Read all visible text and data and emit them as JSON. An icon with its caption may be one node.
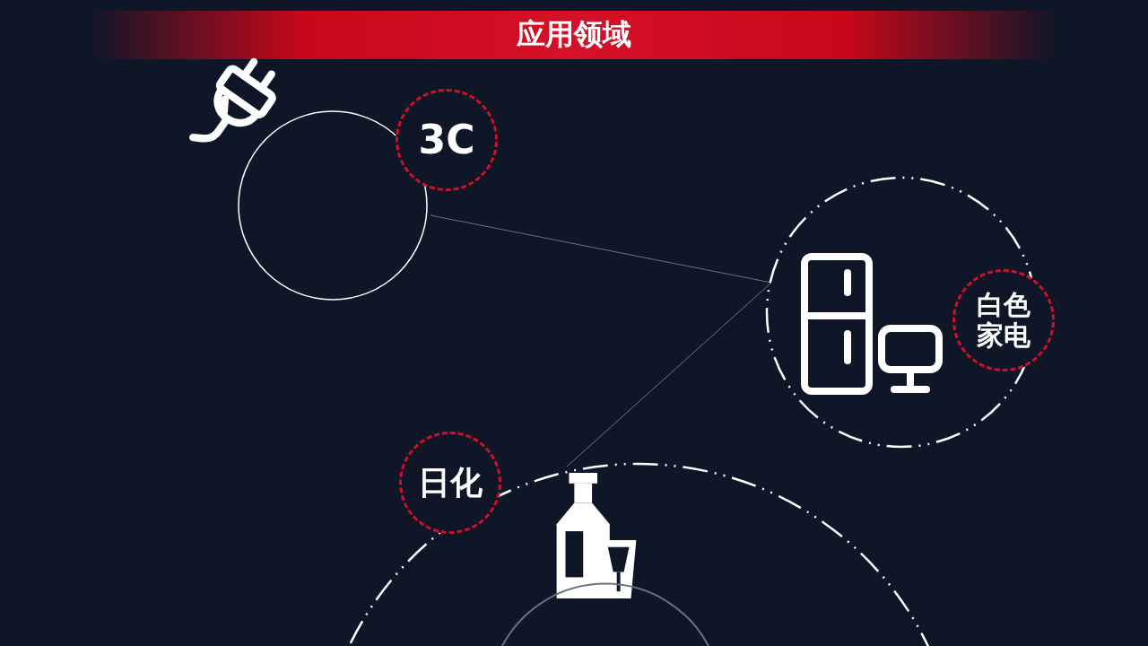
{
  "diagram": {
    "title": "应用领域",
    "nodes": [
      {
        "text": [],
        "shape": "circle"
      },
      {
        "text": [
          "3C"
        ]
      },
      {
        "text": [],
        "shape": "circle"
      },
      {
        "text": [
          "白色家电"
        ]
      },
      {
        "text": [],
        "shape": "circle"
      },
      {
        "text": [
          "日化"
        ]
      }
    ],
    "edges": [
      {
        "from": 0,
        "to": 2,
        "arrow": "none"
      },
      {
        "from": 2,
        "to": 4,
        "arrow": "none"
      }
    ]
  }
}
